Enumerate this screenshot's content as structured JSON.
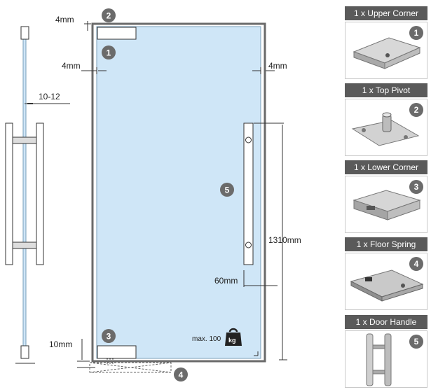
{
  "dimensions": {
    "gap_top": "4mm",
    "gap_left": "4mm",
    "gap_right": "4mm",
    "glass_thickness": "10-12",
    "handle_height": "1310mm",
    "handle_offset": "60mm",
    "gap_bottom": "10mm"
  },
  "weight": {
    "label": "max. 100",
    "unit": "kg"
  },
  "callouts": [
    "1",
    "2",
    "3",
    "4",
    "5"
  ],
  "components": [
    {
      "label": "1 x Upper Corner",
      "number": "1",
      "icon": "upper-corner-fitting"
    },
    {
      "label": "1 x Top Pivot",
      "number": "2",
      "icon": "top-pivot-plate"
    },
    {
      "label": "1 x Lower Corner",
      "number": "3",
      "icon": "lower-corner-fitting"
    },
    {
      "label": "1 x Floor Spring",
      "number": "4",
      "icon": "floor-spring"
    },
    {
      "label": "1 x Door Handle",
      "number": "5",
      "icon": "door-handle"
    }
  ],
  "colors": {
    "glass": "#cfe6f7",
    "frame": "#6a6a6a",
    "badge": "#6b6b6b",
    "header": "#5a5a5a"
  }
}
